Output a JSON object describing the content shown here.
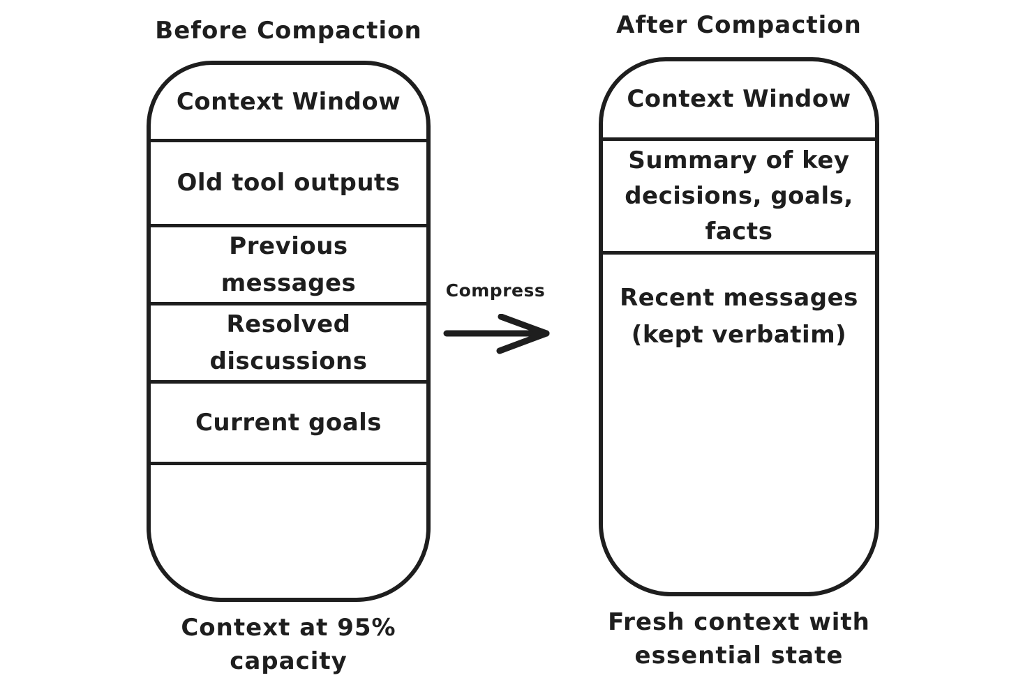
{
  "diagram": {
    "colors": {
      "ink": "#1e1e1e",
      "background": "#ffffff"
    },
    "left": {
      "title": "Before Compaction",
      "box_header": "Context Window",
      "sections": [
        "Old tool outputs",
        "Previous\nmessages",
        "Resolved\ndiscussions",
        "Current goals"
      ],
      "caption": "Context at 95%\ncapacity"
    },
    "arrow": {
      "label": "Compress"
    },
    "right": {
      "title": "After Compaction",
      "box_header": "Context Window",
      "sections": [
        "Summary of key\ndecisions, goals,\nfacts",
        "Recent messages\n(kept verbatim)"
      ],
      "caption": "Fresh context with\nessential state"
    }
  }
}
